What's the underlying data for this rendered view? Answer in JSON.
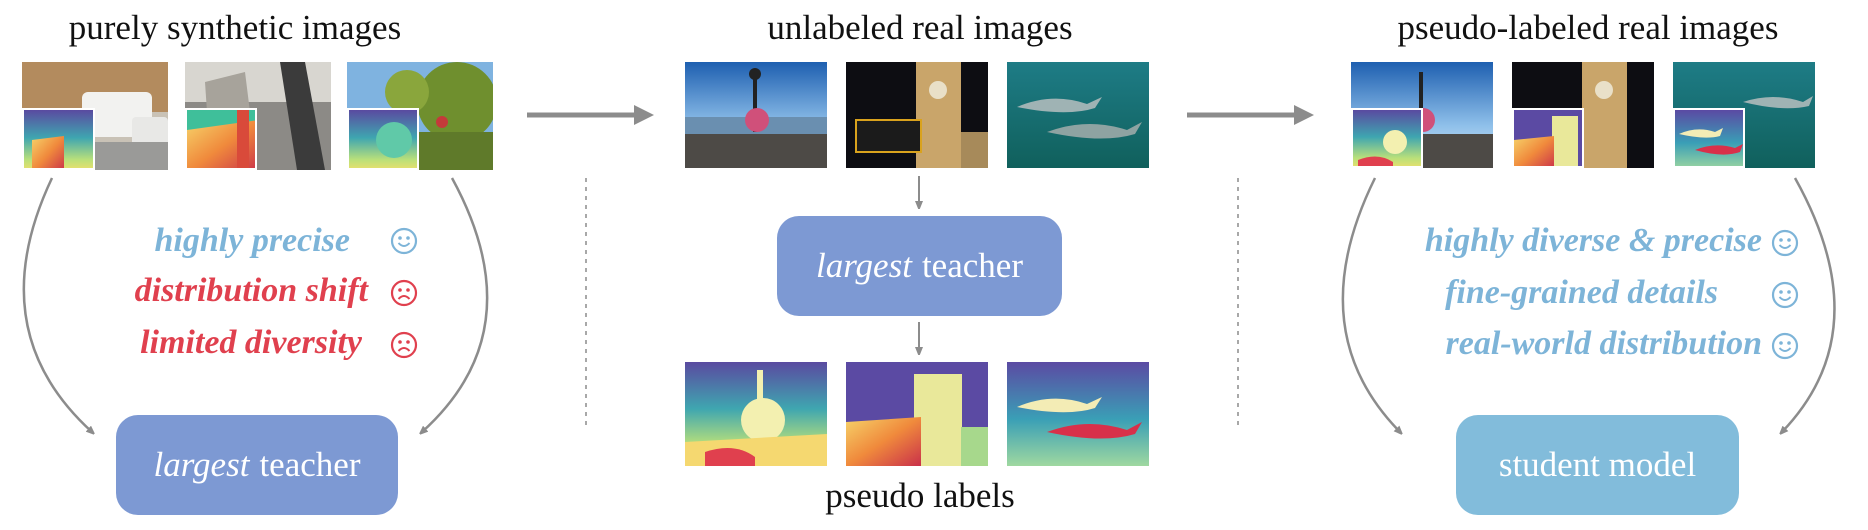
{
  "colors": {
    "teacher_box": "#7d99d3",
    "student_box": "#82bcdb",
    "positive_text": "#7db4d8",
    "negative_text": "#e0404e",
    "arrow": "#8c8c8c"
  },
  "left": {
    "title": "purely synthetic images",
    "properties": [
      {
        "text": "highly precise",
        "sentiment": "positive",
        "icon": "smile-icon"
      },
      {
        "text": "distribution shift",
        "sentiment": "negative",
        "icon": "frown-icon"
      },
      {
        "text": "limited diversity",
        "sentiment": "negative",
        "icon": "frown-icon"
      }
    ],
    "box": {
      "emphasis": "largest",
      "rest": "teacher"
    }
  },
  "middle": {
    "title": "unlabeled real images",
    "box": {
      "emphasis": "largest",
      "rest": "teacher"
    },
    "caption": "pseudo labels"
  },
  "right": {
    "title": "pseudo-labeled real images",
    "properties": [
      {
        "text": "highly diverse & precise",
        "sentiment": "positive",
        "icon": "smile-icon"
      },
      {
        "text": "fine-grained details",
        "sentiment": "positive",
        "icon": "smile-icon"
      },
      {
        "text": "real-world distribution",
        "sentiment": "positive",
        "icon": "smile-icon"
      }
    ],
    "box": {
      "label": "student model"
    }
  }
}
